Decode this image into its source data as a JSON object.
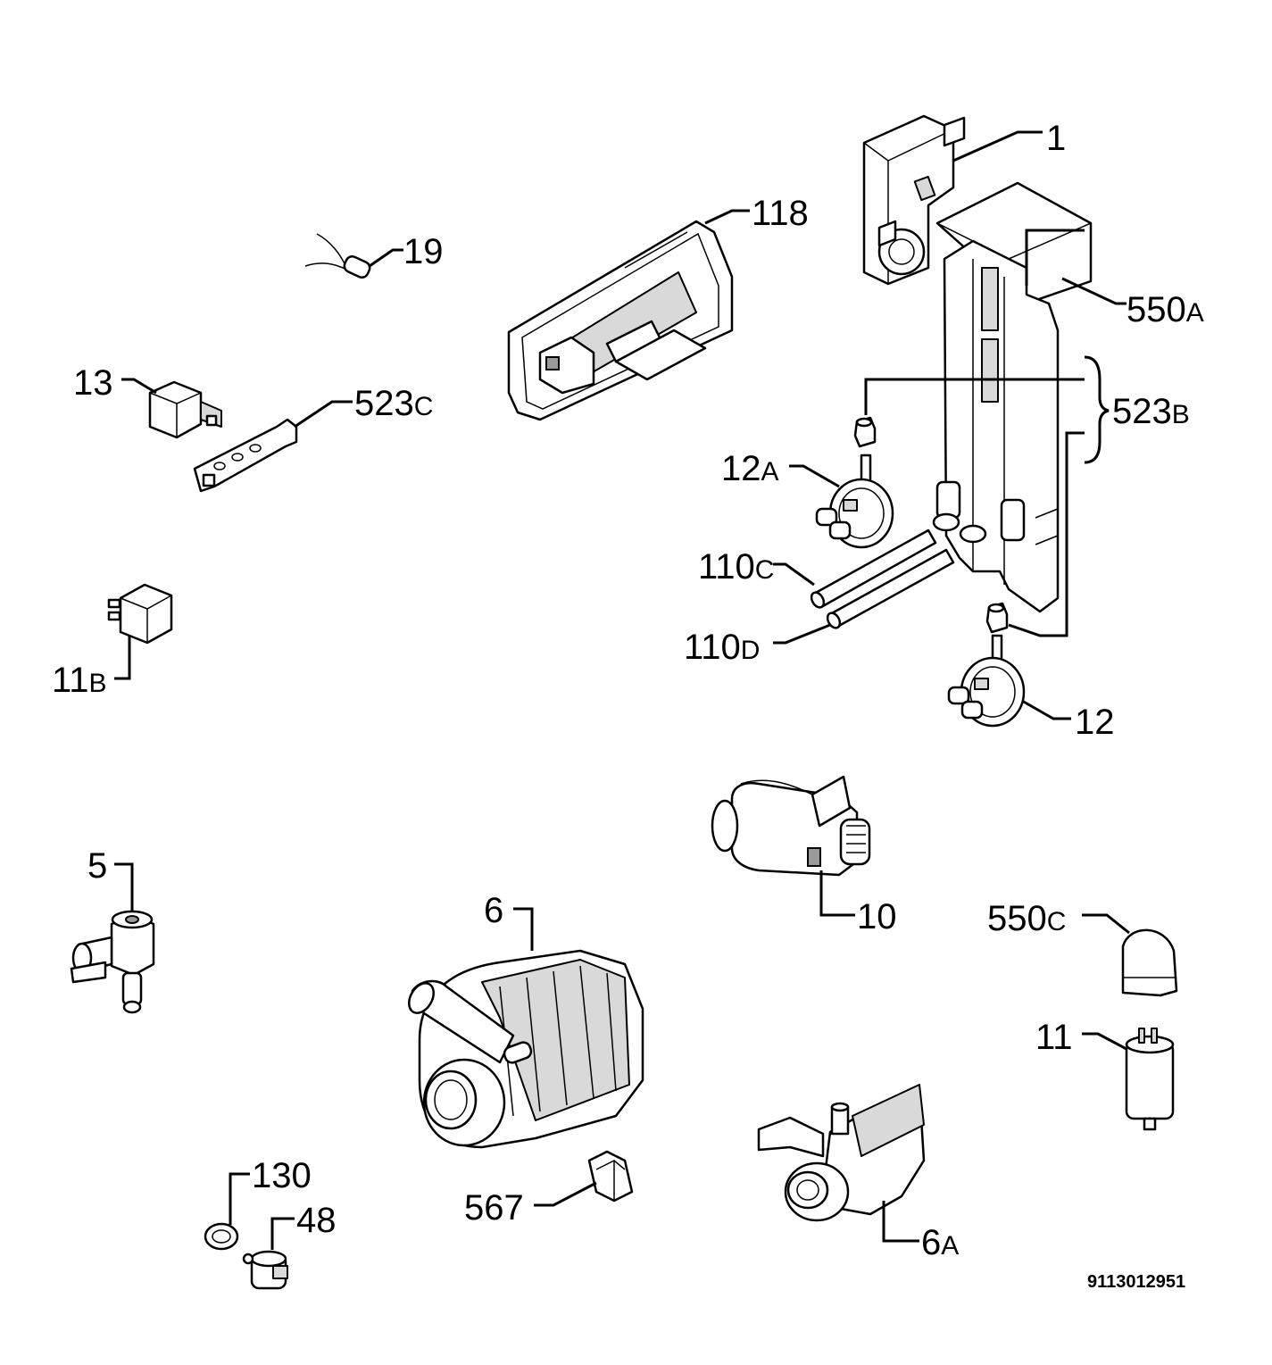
{
  "document_code": "9113012951",
  "parts": [
    {
      "id": "p1",
      "num": "1",
      "suffix": ""
    },
    {
      "id": "p550a",
      "num": "550",
      "suffix": "A"
    },
    {
      "id": "p118",
      "num": "118",
      "suffix": ""
    },
    {
      "id": "p19",
      "num": "19",
      "suffix": ""
    },
    {
      "id": "p13",
      "num": "13",
      "suffix": ""
    },
    {
      "id": "p523c",
      "num": "523",
      "suffix": "C"
    },
    {
      "id": "p523b",
      "num": "523",
      "suffix": "B"
    },
    {
      "id": "p12a",
      "num": "12",
      "suffix": "A"
    },
    {
      "id": "p110c",
      "num": "110",
      "suffix": "C"
    },
    {
      "id": "p110d",
      "num": "110",
      "suffix": "D"
    },
    {
      "id": "p12",
      "num": "12",
      "suffix": ""
    },
    {
      "id": "p11b",
      "num": "11",
      "suffix": "B"
    },
    {
      "id": "p5",
      "num": "5",
      "suffix": ""
    },
    {
      "id": "p6",
      "num": "6",
      "suffix": ""
    },
    {
      "id": "p10",
      "num": "10",
      "suffix": ""
    },
    {
      "id": "p550c",
      "num": "550",
      "suffix": "C"
    },
    {
      "id": "p11",
      "num": "11",
      "suffix": ""
    },
    {
      "id": "p130",
      "num": "130",
      "suffix": ""
    },
    {
      "id": "p48",
      "num": "48",
      "suffix": ""
    },
    {
      "id": "p567",
      "num": "567",
      "suffix": ""
    },
    {
      "id": "p6a",
      "num": "6",
      "suffix": "A"
    }
  ]
}
